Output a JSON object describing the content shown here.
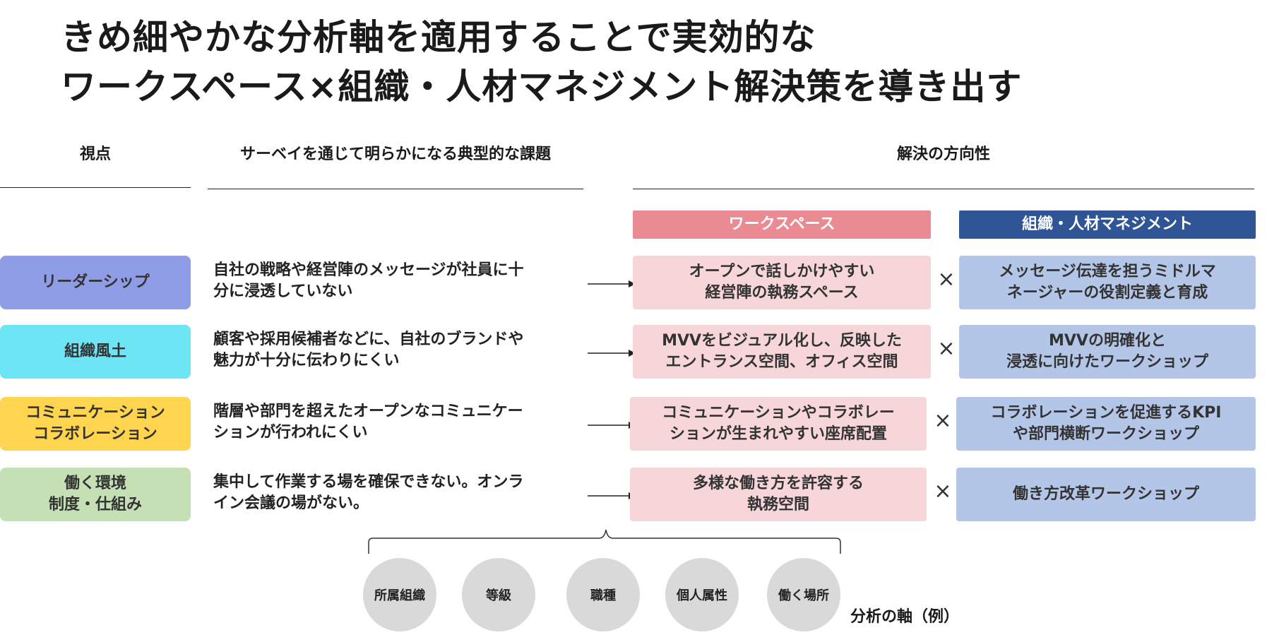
{
  "title": {
    "line1": "きめ細やかな分析軸を適用することで実効的な",
    "line2": "ワークスペース×組織・人材マネジメント解決策を導き出す"
  },
  "headers": {
    "viewpoint": "視点",
    "issues": "サーベイを通じて明らかになる典型的な課題",
    "solutions": "解決の方向性",
    "workspace": "ワークスペース",
    "org_hr": "組織・人材マネジメント"
  },
  "colors": {
    "workspace_header": "#ea8a92",
    "org_header": "#2f5597",
    "workspace_box": "#f7d6da",
    "org_box": "#b4c6e7"
  },
  "rows": [
    {
      "viewpoint": "リーダーシップ",
      "viewpoint_color": "#8e9de6",
      "issue": "自社の戦略や経営陣のメッセージが社員に十\n分に浸透していない",
      "workspace": "オープンで話しかけやすい\n経営陣の執務スペース",
      "times": "×",
      "org": "メッセージ伝達を担うミドルマ\nネージャーの役割定義と育成"
    },
    {
      "viewpoint": "組織風土",
      "viewpoint_color": "#6ee5f5",
      "issue": "顧客や採用候補者などに、自社のブランドや\n魅力が十分に伝わりにくい",
      "workspace": "MVVをビジュアル化し、反映した\nエントランス空間、オフィス空間",
      "times": "×",
      "org": "MVVの明確化と\n浸透に向けたワークショップ"
    },
    {
      "viewpoint": "コミュニケーション\nコラボレーション",
      "viewpoint_color": "#ffd54f",
      "issue": "階層や部門を超えたオープンなコミュニケー\nションが行われにくい",
      "workspace": "コミュニケーションやコラボレー\nションが生まれやすい座席配置",
      "times": "×",
      "org": "コラボレーションを促進するKPI\nや部門横断ワークショップ"
    },
    {
      "viewpoint": "働く環境\n制度・仕組み",
      "viewpoint_color": "#c5e0b4",
      "issue": "集中して作業する場を確保できない。オンラ\nイン会議の場がない。",
      "workspace": "多様な働き方を許容する\n執務空間",
      "times": "×",
      "org": "働き方改革ワークショップ"
    }
  ],
  "axes": {
    "items": [
      "所属組織",
      "等級",
      "職種",
      "個人属性",
      "働く場所"
    ],
    "caption": "分析の軸（例）"
  }
}
